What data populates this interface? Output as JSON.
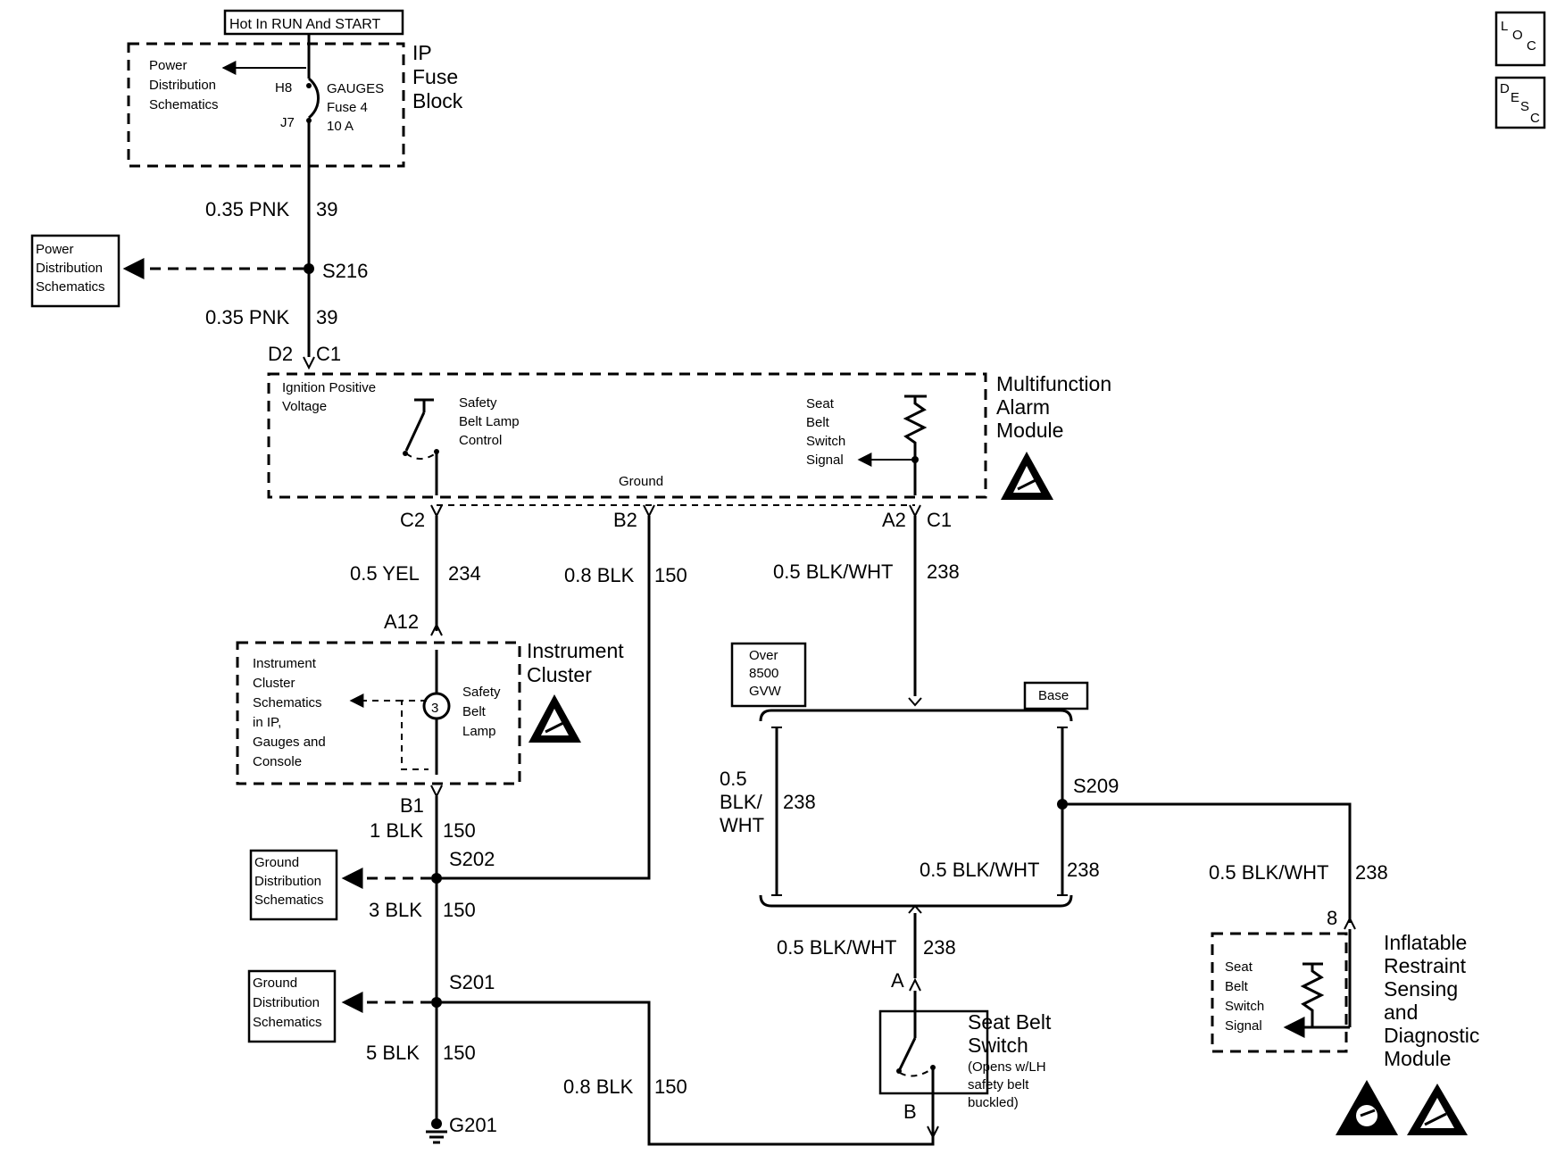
{
  "labels": {
    "hot_in_run": "Hot In RUN And START",
    "ip_fuse_block": [
      "IP",
      "Fuse",
      "Block"
    ],
    "pd_schem_top": [
      "Power",
      "Distribution",
      "Schematics"
    ],
    "fuse_hb": "H8",
    "fuse_j7": "J7",
    "fuse_name": [
      "GAUGES",
      "Fuse 4",
      "10 A"
    ],
    "wire_039a_spec": "0.35 PNK",
    "wire_039a_num": "39",
    "pd_schem_left": [
      "Power",
      "Distribution",
      "Schematics"
    ],
    "s216": "S216",
    "wire_039b_spec": "0.35 PNK",
    "wire_039b_num": "39",
    "d2": "D2",
    "c1_top": "C1",
    "mam_title": [
      "Multifunction",
      "Alarm",
      "Module"
    ],
    "ign_pos": [
      "Ignition Positive",
      "Voltage"
    ],
    "sblc": [
      "Safety",
      "Belt Lamp",
      "Control"
    ],
    "sbss_mam": [
      "Seat",
      "Belt",
      "Switch",
      "Signal"
    ],
    "ground": "Ground",
    "c2": "C2",
    "b2": "B2",
    "a2": "A2",
    "c1_right": "C1",
    "w234_spec": "0.5 YEL",
    "w234_num": "234",
    "w150_b2_spec": "0.8 BLK",
    "w150_b2_num": "150",
    "w238_top_spec": "0.5 BLK/WHT",
    "w238_top_num": "238",
    "a12": "A12",
    "ic_title": [
      "Instrument",
      "Cluster"
    ],
    "ic_schem": [
      "Instrument",
      "Cluster",
      "Schematics",
      "in IP,",
      "Gauges and",
      "Console"
    ],
    "sbl": [
      "Safety",
      "Belt",
      "Lamp"
    ],
    "over8500": [
      "Over",
      "8500",
      "GVW"
    ],
    "base": "Base",
    "b1": "B1",
    "w150_1_spec": "1 BLK",
    "w150_1_num": "150",
    "gnd_dist1": [
      "Ground",
      "Distribution",
      "Schematics"
    ],
    "s202": "S202",
    "w150_3_spec": "3 BLK",
    "w150_3_num": "150",
    "gnd_dist2": [
      "Ground",
      "Distribution",
      "Schematics"
    ],
    "s201": "S201",
    "w150_5_spec": "5 BLK",
    "w150_5_num": "150",
    "g201": "G201",
    "w150_08b_spec": "0.8 BLK",
    "w150_08b_num": "150",
    "w238_left_spec": [
      "0.5",
      "BLK/",
      "WHT"
    ],
    "w238_left_num": "238",
    "s209": "S209",
    "w238_mid_spec": "0.5 BLK/WHT",
    "w238_mid_num": "238",
    "w238_right_spec": "0.5 BLK/WHT",
    "w238_right_num": "238",
    "w238_bot_spec": "0.5 BLK/WHT",
    "w238_bot_num": "238",
    "pin_a": "A",
    "pin_b": "B",
    "pin_8": "8",
    "sbs_title": [
      "Seat Belt",
      "Switch"
    ],
    "sbs_note": [
      "(Opens w/LH",
      "safety belt",
      "buckled)"
    ],
    "irsdm_title": [
      "Inflatable",
      "Restraint",
      "Sensing",
      "and",
      "Diagnostic",
      "Module"
    ],
    "sbss_irsdm": [
      "Seat",
      "Belt",
      "Switch",
      "Signal"
    ],
    "loc_icon": [
      "L",
      "O",
      "C"
    ],
    "desc_icon": [
      "D",
      "E",
      "S",
      "C"
    ]
  }
}
